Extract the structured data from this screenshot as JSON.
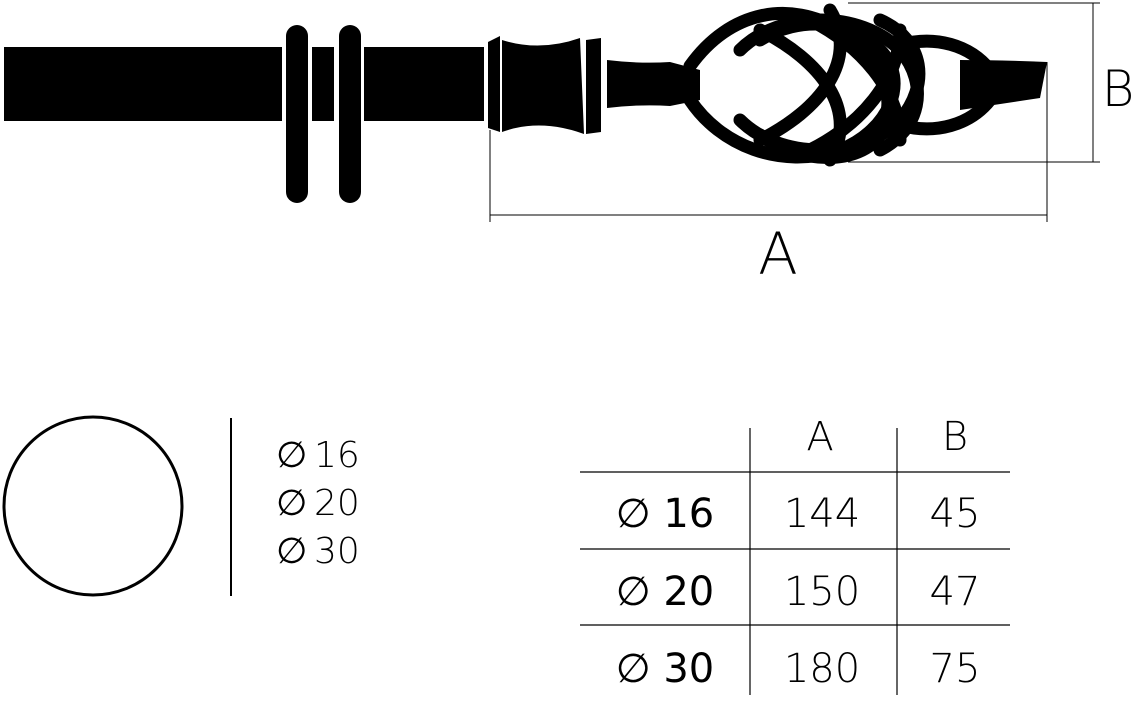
{
  "dimension_labels": {
    "a": "A",
    "b": "B"
  },
  "diameter_symbol": "∅",
  "diameter_options": [
    {
      "symbol": "∅",
      "value": "16"
    },
    {
      "symbol": "∅",
      "value": "20"
    },
    {
      "symbol": "∅",
      "value": "30"
    }
  ],
  "table": {
    "headers": [
      "A",
      "B"
    ],
    "rows": [
      {
        "diameter": "∅ 16",
        "a": "144",
        "b": "45"
      },
      {
        "diameter": "∅ 20",
        "a": "150",
        "b": "47"
      },
      {
        "diameter": "∅ 30",
        "a": "180",
        "b": "75"
      }
    ]
  },
  "colors": {
    "ink": "#000000",
    "background": "#ffffff"
  }
}
